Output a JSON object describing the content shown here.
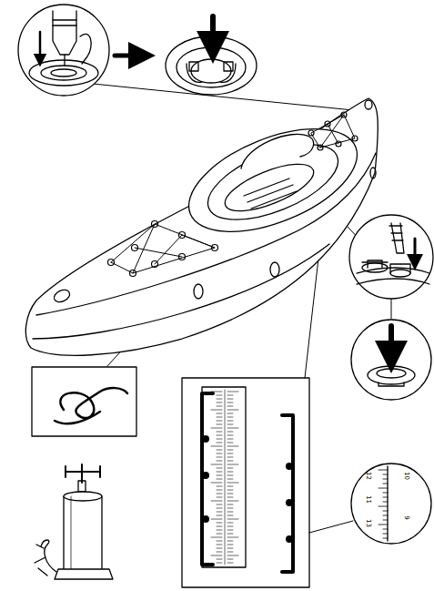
{
  "diagram": {
    "labels": [
      "12",
      "11",
      "10",
      "9",
      "13"
    ]
  }
}
